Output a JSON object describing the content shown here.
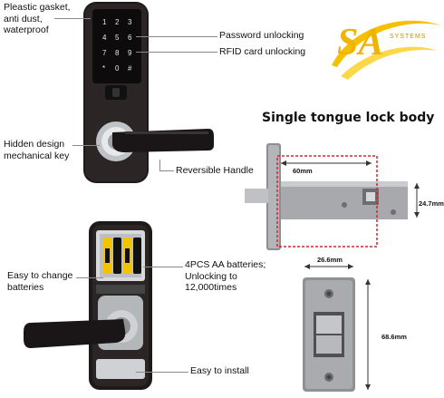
{
  "brand": {
    "logo_letters": "SA",
    "logo_word": "SYSTEMS",
    "colors": {
      "primary": "#f0b400",
      "secondary": "#ffd84a"
    }
  },
  "top_lock": {
    "labels": {
      "gasket": [
        "Pleastic gasket,",
        "anti dust,",
        "waterproof"
      ],
      "password": "Password unlocking",
      "rfid": "RFID card unlocking",
      "hidden_key": [
        "Hidden design",
        "mechanical key"
      ],
      "handle": "Reversible Handle"
    },
    "keypad": [
      "1",
      "2",
      "3",
      "4",
      "5",
      "6",
      "7",
      "8",
      "9",
      "*",
      "0",
      "#"
    ]
  },
  "lock_body": {
    "title": "Single tongue lock body",
    "dims": {
      "length": "60mm",
      "height": "24.7mm",
      "plate_width": "26.6mm",
      "plate_height": "68.6mm"
    },
    "highlight_color": "#e0202a"
  },
  "bottom_lock": {
    "labels": {
      "change": [
        "Easy to change",
        "batteries"
      ],
      "battery": [
        "4PCS AA batteries;",
        "Unlocking to",
        "12,000times"
      ],
      "install": "Easy to install"
    },
    "battery_count": 4
  }
}
